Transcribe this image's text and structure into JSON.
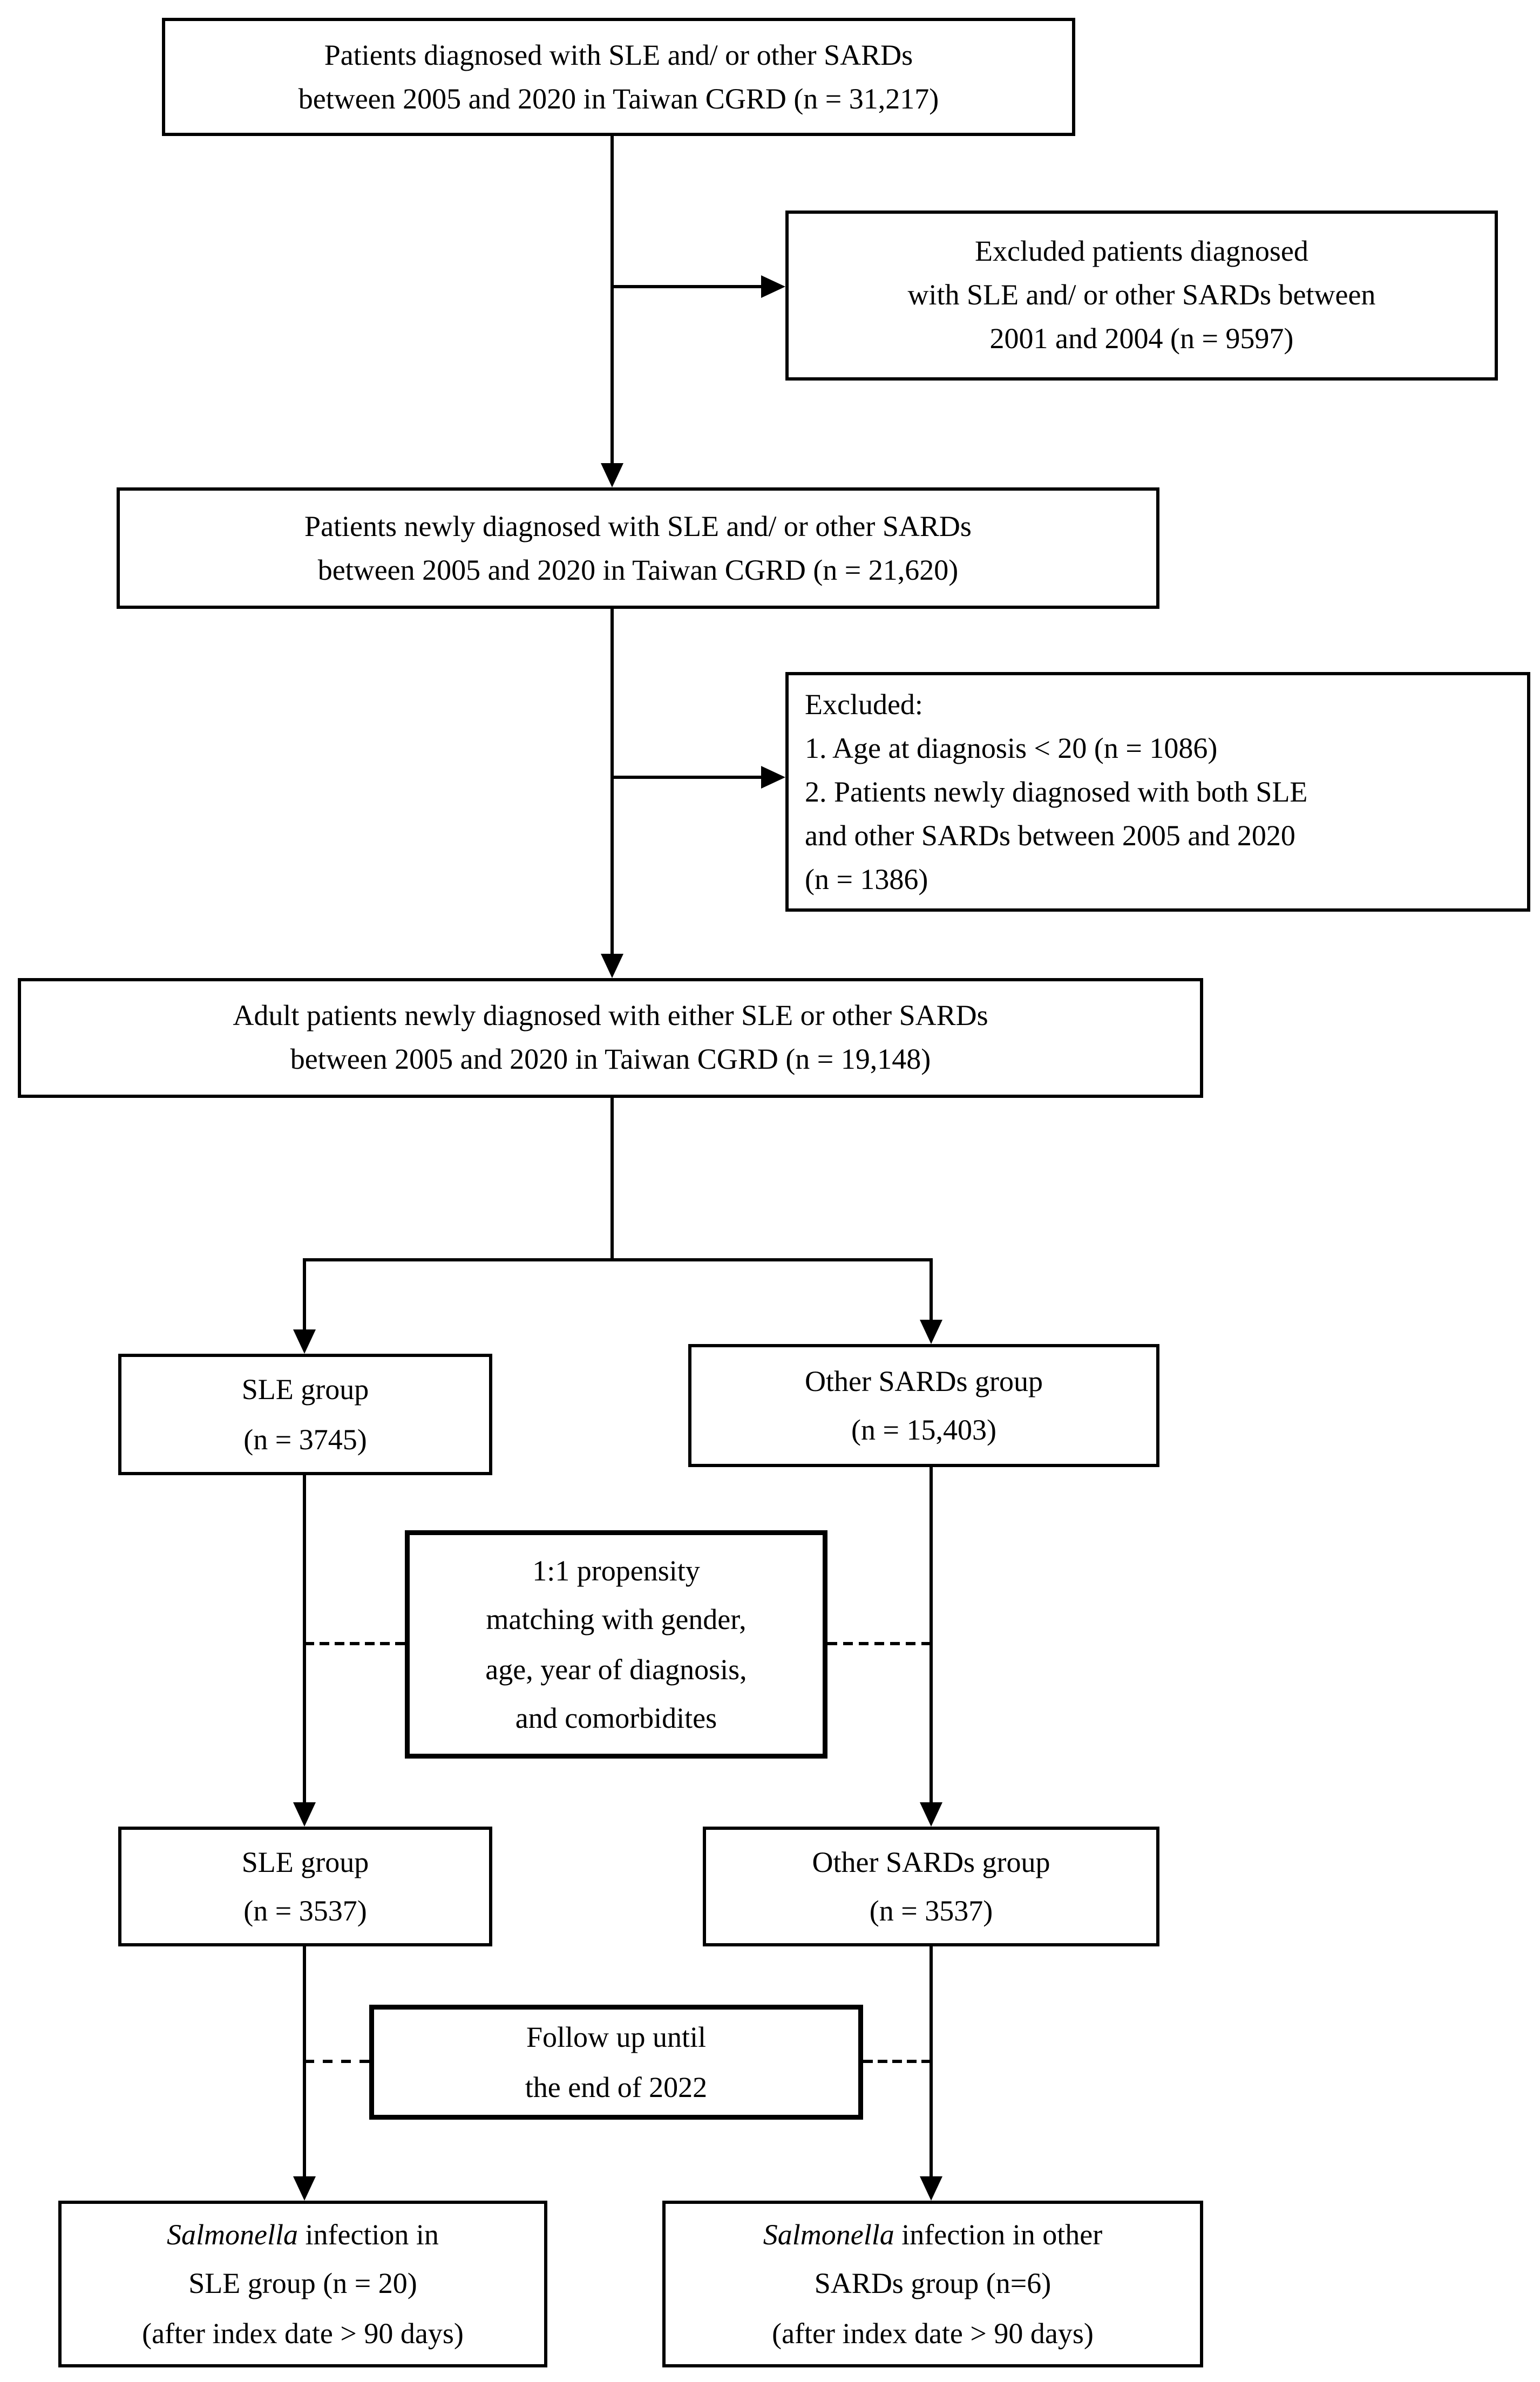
{
  "figure": {
    "background_color": "#ffffff",
    "line_color": "#000000",
    "type": "patient-selection-flowchart"
  },
  "boxes": {
    "diagnosed": {
      "line1": "Patients diagnosed with SLE and/ or other SARDs",
      "line2": "between 2005 and 2020 in Taiwan CGRD (n = 31,217)"
    },
    "excluded_2001_2004": {
      "line1": "Excluded patients diagnosed",
      "line2": "with SLE and/ or other SARDs between",
      "line3": "2001 and 2004 (n = 9597)"
    },
    "newly_diagnosed": {
      "line1": "Patients newly diagnosed with SLE and/ or other SARDs",
      "line2": "between 2005 and 2020 in Taiwan CGRD (n = 21,620)"
    },
    "excluded_criteria": {
      "line1": "Excluded:",
      "line2": "1. Age at diagnosis < 20 (n = 1086)",
      "line3": "2. Patients newly diagnosed with both SLE",
      "line4": "and other SARDs between 2005 and 2020",
      "line5": "(n = 1386)"
    },
    "adult": {
      "line1": "Adult patients newly diagnosed with either SLE or other SARDs",
      "line2": "between 2005 and 2020 in Taiwan CGRD (n = 19,148)"
    },
    "sle_group_1": {
      "line1": "SLE group",
      "line2": "(n = 3745)"
    },
    "sards_group_1": {
      "line1": "Other SARDs group",
      "line2": "(n = 15,403)"
    },
    "propensity": {
      "line1": "1:1 propensity",
      "line2": "matching with gender,",
      "line3": "age, year of diagnosis,",
      "line4": "and comorbidites"
    },
    "sle_group_2": {
      "line1": "SLE group",
      "line2": "(n = 3537)"
    },
    "sards_group_2": {
      "line1": "Other SARDs group",
      "line2": "(n = 3537)"
    },
    "followup": {
      "line1": "Follow up until",
      "line2": "the end of 2022"
    },
    "salmonella_sle": {
      "organism": "Salmonella",
      "line1_rest": " infection in",
      "line2": "SLE group (n = 20)",
      "line3": "(after index date > 90 days)"
    },
    "salmonella_sards": {
      "organism": "Salmonella",
      "line1_rest": " infection in other",
      "line2": "SARDs group (n=6)",
      "line3": "(after index date > 90 days)"
    }
  }
}
